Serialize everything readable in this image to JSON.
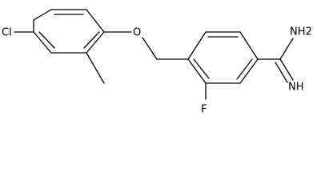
{
  "structure": {
    "atoms": {
      "chlorine": "Cl",
      "oxygen": "O",
      "fluorine": "F",
      "amine": "NH2",
      "imine": "NH"
    }
  },
  "colors": {
    "background": "#ffffff",
    "bond": "#000000",
    "label": "#000000"
  }
}
